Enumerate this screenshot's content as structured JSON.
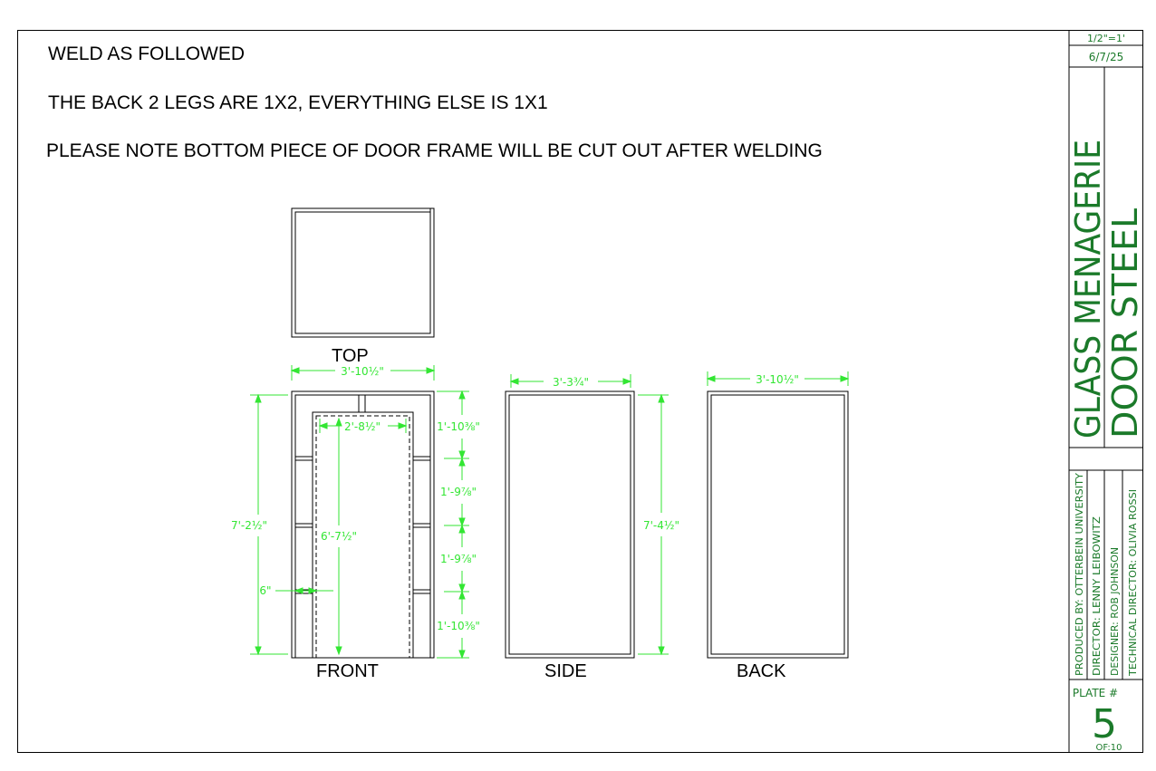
{
  "notes": [
    "WELD AS FOLLOWED",
    "THE BACK 2 LEGS ARE 1X2, EVERYTHING ELSE IS 1X1",
    "PLEASE NOTE BOTTOM PIECE OF DOOR FRAME WILL BE CUT OUT AFTER WELDING"
  ],
  "views": {
    "top": "TOP",
    "front": "FRONT",
    "side": "SIDE",
    "back": "BACK"
  },
  "dimensions": {
    "top_width": "3'-10½\"",
    "front_height": "7'-2½\"",
    "door_width": "2'-8½\"",
    "door_height": "6'-7½\"",
    "offset": "6\"",
    "seg1": "1'-10⅜\"",
    "seg2": "1'-9⅞\"",
    "seg3": "1'-9⅞\"",
    "seg4": "1'-10⅜\"",
    "side_width": "3'-3¾\"",
    "side_height": "7'-4½\"",
    "back_width": "3'-10½\""
  },
  "title_block": {
    "scale": "1/2\"=1'",
    "date": "6/7/25",
    "show": "GLASS MENAGERIE",
    "item": "DOOR STEEL",
    "produced_by": "PRODUCED BY: OTTERBEIN UNIVERSITY",
    "director": "DIRECTOR: LENNY LEIBOWITZ",
    "designer": "DESIGNER: ROB JOHNSON",
    "technical_director": "TECHNICAL DIRECTOR: OLIVIA ROSSI",
    "plate_label": "PLATE #",
    "plate_number": "5",
    "plate_of": "OF:10"
  },
  "colors": {
    "dimension": "#33e633",
    "title_green": "#1b7a2a",
    "line": "#000000"
  }
}
